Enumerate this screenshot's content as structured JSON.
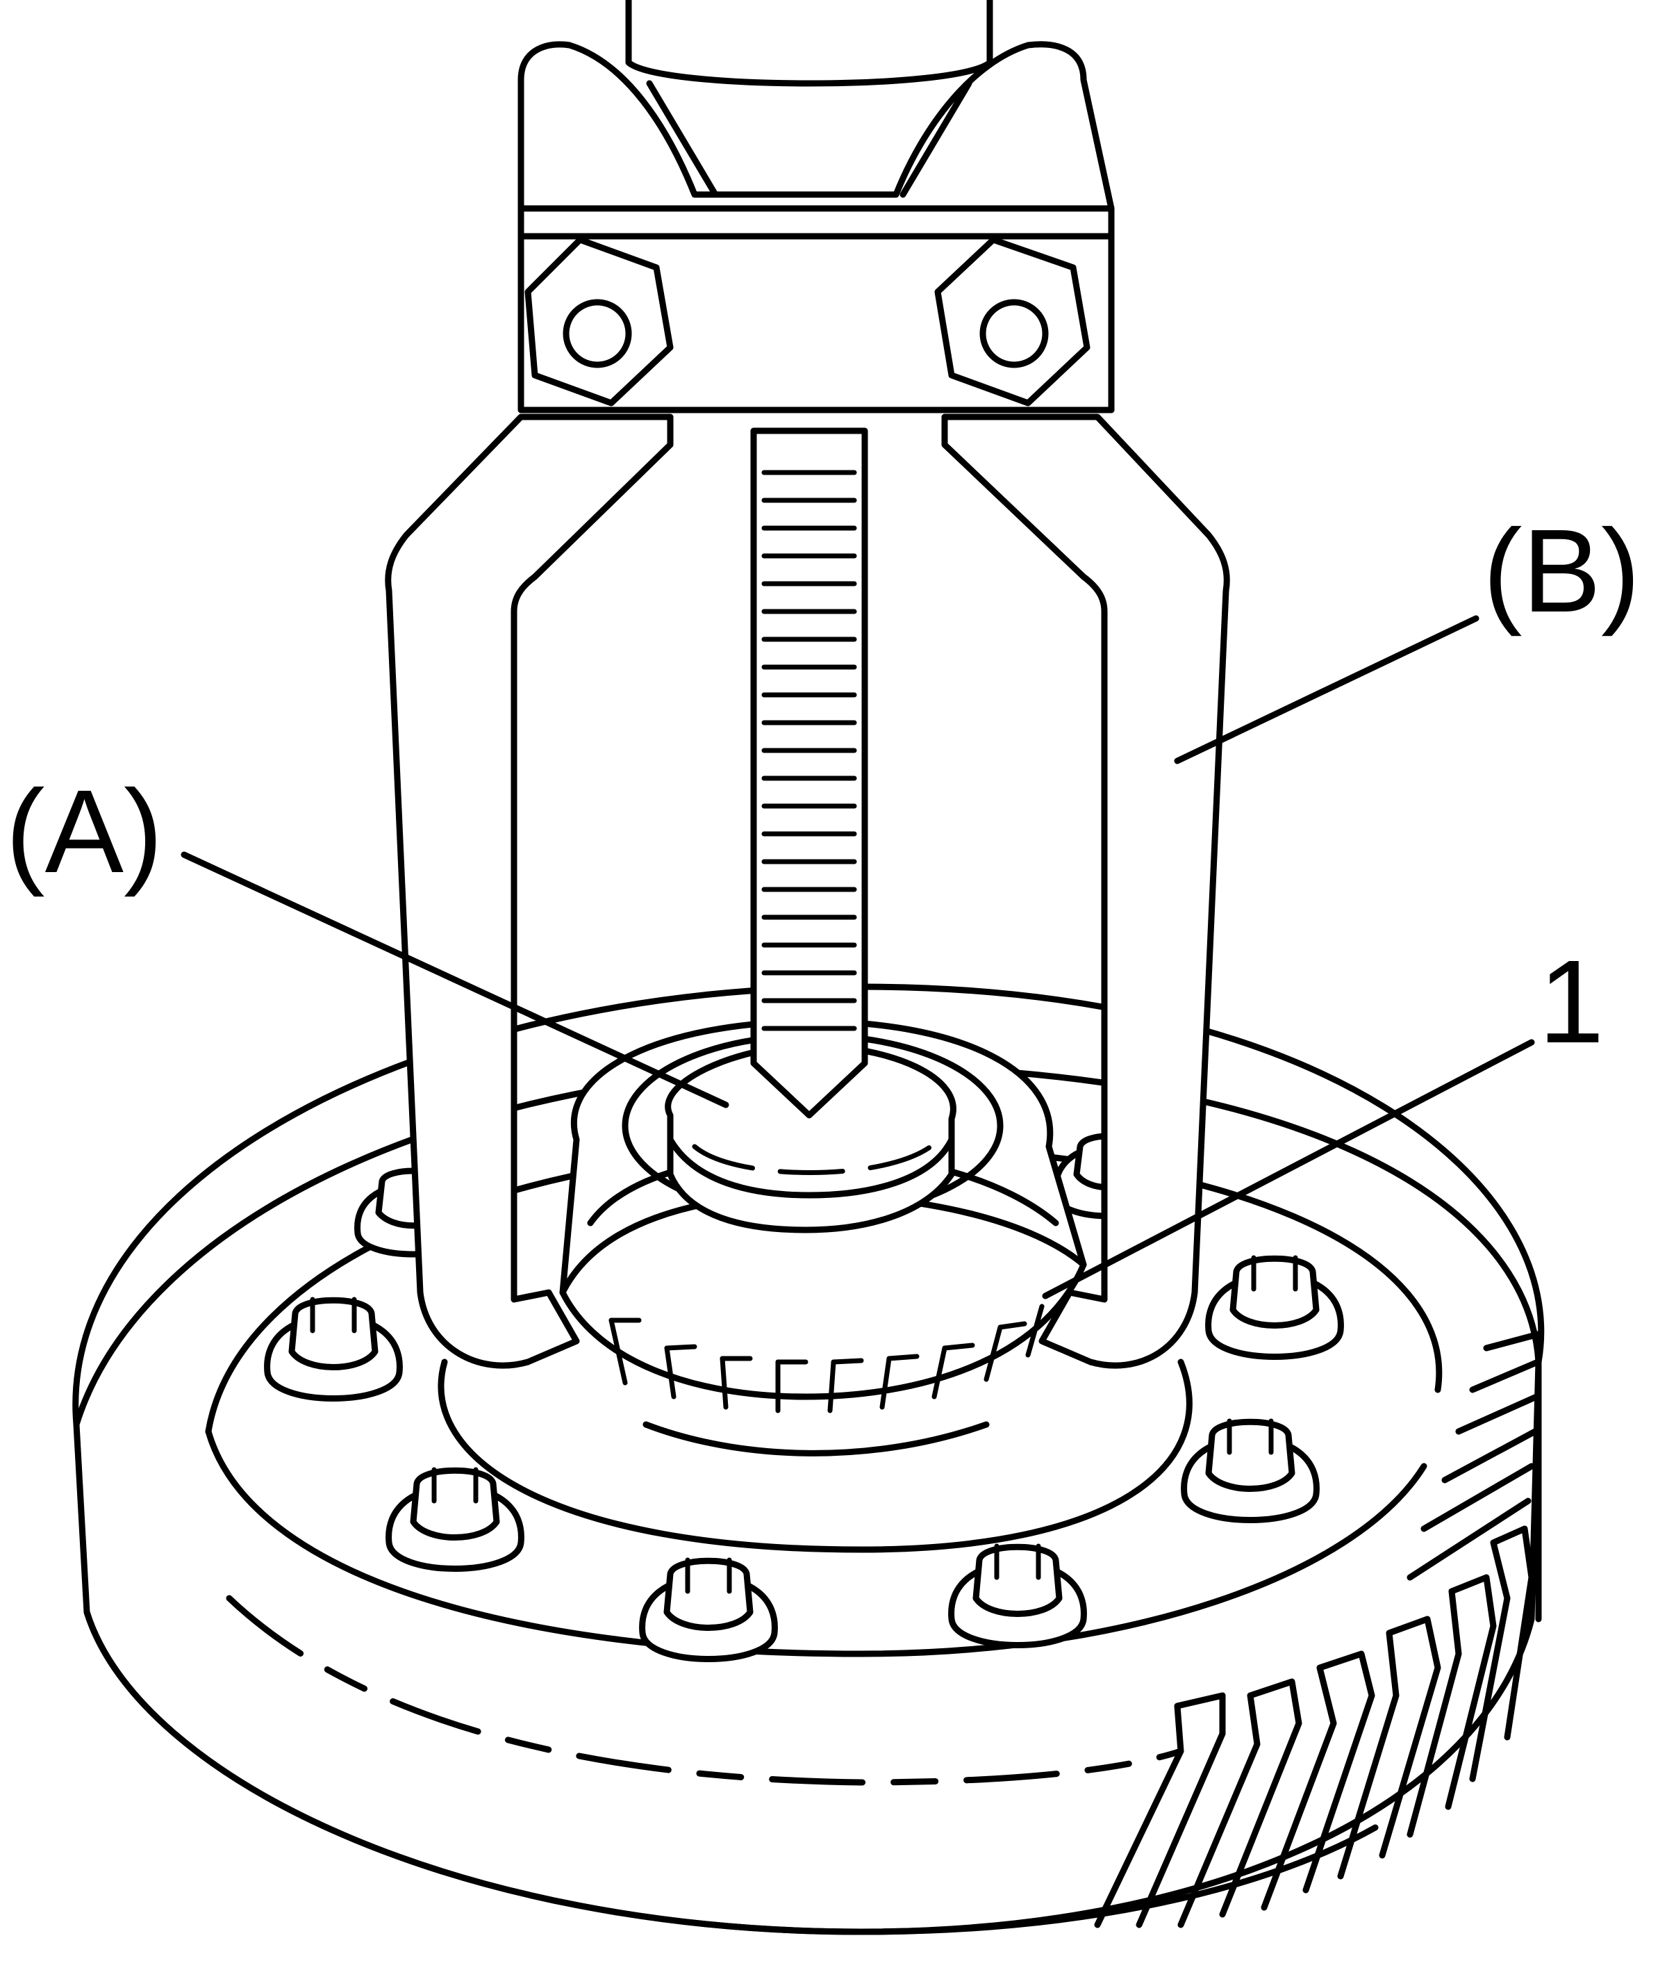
{
  "callouts": {
    "a": "(A)",
    "b": "(B)",
    "one": "1"
  },
  "colors": {
    "ink": "#000000",
    "paper": "#ffffff"
  },
  "parts": [
    "differential-case",
    "ring-gear",
    "case-bolts",
    "side-bearing",
    "bearing-puller-attachment",
    "bearing-puller",
    "forcing-screw"
  ]
}
